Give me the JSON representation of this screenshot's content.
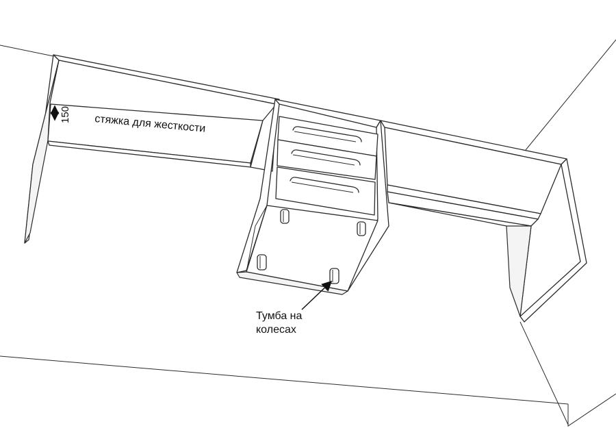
{
  "labels": {
    "brace_text": "стяжка для жесткости",
    "brace_dimension": "150",
    "callout_line1": "Тумба на",
    "callout_line2": "колесах"
  }
}
